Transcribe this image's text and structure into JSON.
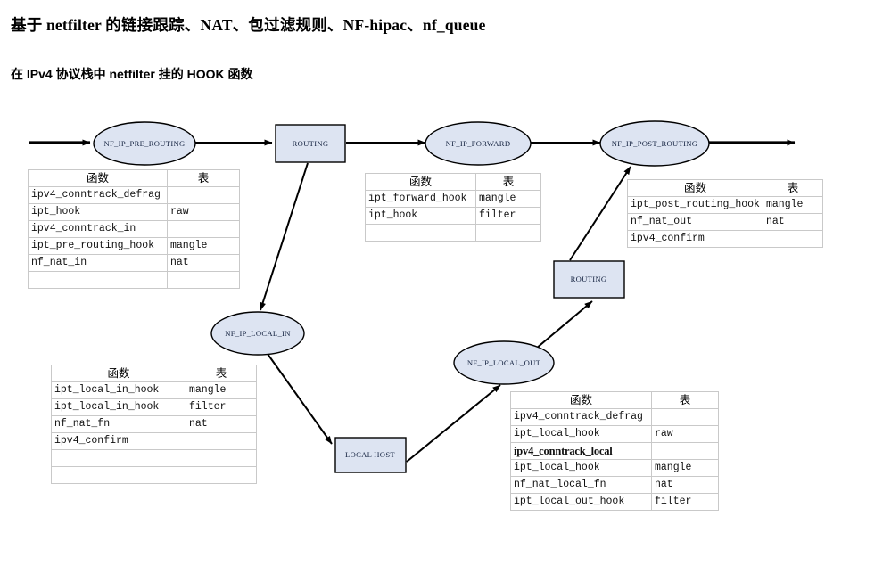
{
  "page": {
    "title": "基于 netfilter 的链接跟踪、NAT、包过滤规则、NF-hipac、nf_queue",
    "subtitle": "在 IPv4 协议栈中 netfilter 挂的 HOOK 函数",
    "background": "#ffffff",
    "node_fill": "#dde4f2",
    "node_stroke": "#000000",
    "node_text_color": "#13213f",
    "table_border": "#a6a6a6",
    "table_inner_border": "#c9c9c9",
    "arrow_color": "#000000"
  },
  "nodes": {
    "pre_routing": {
      "label": "NF_IP_PRE_ROUTING",
      "shape": "ellipse"
    },
    "routing_top": {
      "label": "ROUTING",
      "shape": "rect"
    },
    "forward": {
      "label": "NF_IP_FORWARD",
      "shape": "ellipse"
    },
    "post_routing": {
      "label": "NF_IP_POST_ROUTING",
      "shape": "ellipse"
    },
    "local_in": {
      "label": "NF_IP_LOCAL_IN",
      "shape": "ellipse"
    },
    "routing_bottom": {
      "label": "ROUTING",
      "shape": "rect"
    },
    "local_out": {
      "label": "NF_IP_LOCAL_OUT",
      "shape": "ellipse"
    },
    "local_host": {
      "label": "LOCAL HOST",
      "shape": "rect"
    }
  },
  "table_headers": {
    "func": "函数",
    "table": "表"
  },
  "tables": {
    "pre_routing": {
      "headers": [
        "函数",
        "表"
      ],
      "rows": [
        [
          "ipv4_conntrack_defrag",
          ""
        ],
        [
          "ipt_hook",
          "raw"
        ],
        [
          "ipv4_conntrack_in",
          ""
        ],
        [
          "ipt_pre_routing_hook",
          "mangle"
        ],
        [
          "nf_nat_in",
          "nat"
        ],
        [
          "",
          ""
        ]
      ]
    },
    "forward": {
      "headers": [
        "函数",
        "表"
      ],
      "rows": [
        [
          "ipt_forward_hook",
          "mangle"
        ],
        [
          "ipt_hook",
          "filter"
        ],
        [
          "",
          ""
        ]
      ]
    },
    "post_routing": {
      "headers": [
        "函数",
        "表"
      ],
      "rows": [
        [
          "ipt_post_routing_hook",
          "mangle"
        ],
        [
          "nf_nat_out",
          "nat"
        ],
        [
          "ipv4_confirm",
          ""
        ]
      ]
    },
    "local_in": {
      "headers": [
        "函数",
        "表"
      ],
      "rows": [
        [
          "ipt_local_in_hook",
          "mangle"
        ],
        [
          "ipt_local_in_hook",
          "filter"
        ],
        [
          "nf_nat_fn",
          "nat"
        ],
        [
          "ipv4_confirm",
          ""
        ],
        [
          "",
          ""
        ],
        [
          "",
          ""
        ]
      ]
    },
    "local_out": {
      "headers": [
        "函数",
        "表"
      ],
      "rows": [
        [
          "ipv4_conntrack_defrag",
          ""
        ],
        [
          "ipt_local_hook",
          "raw"
        ],
        [
          "ipv4_conntrack_local",
          ""
        ],
        [
          "ipt_local_hook",
          "mangle"
        ],
        [
          "nf_nat_local_fn",
          "nat"
        ],
        [
          "ipt_local_out_hook",
          "filter"
        ]
      ]
    }
  }
}
